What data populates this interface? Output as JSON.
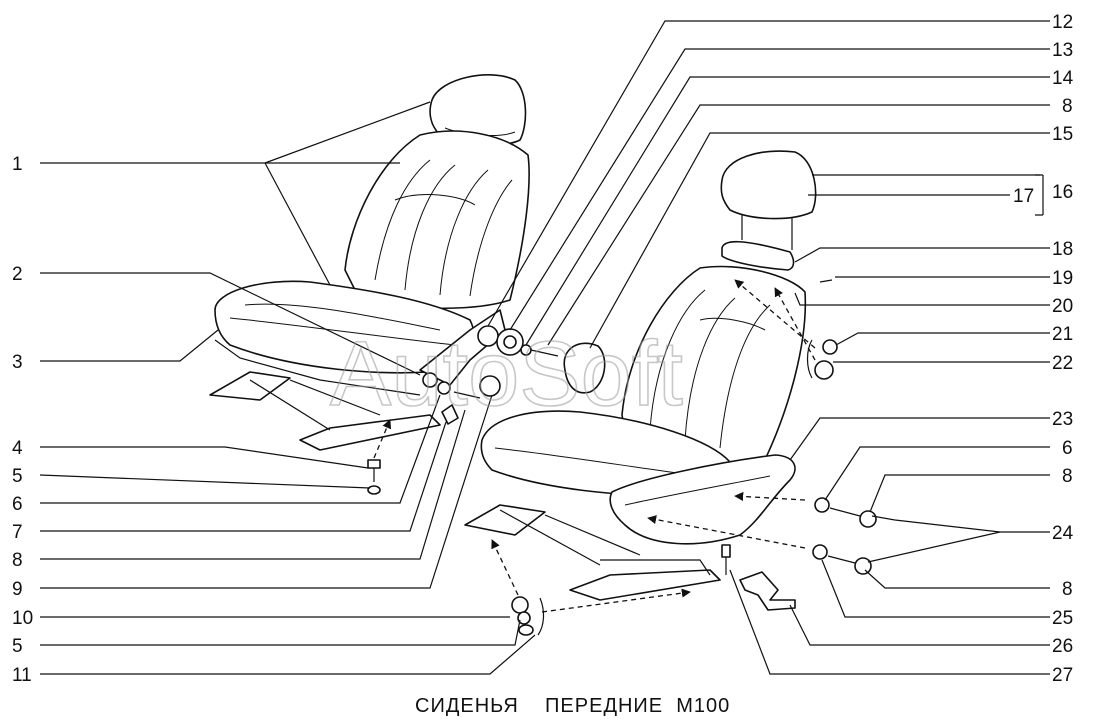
{
  "title": "СИДЕНЬЯ    ПЕРЕДНИЕ  М100",
  "watermark": "AutoSoft",
  "labels_left": [
    "1",
    "2",
    "3",
    "4",
    "5",
    "6",
    "7",
    "8",
    "9",
    "10",
    "5",
    "11"
  ],
  "labels_right": [
    "12",
    "13",
    "14",
    "8",
    "15",
    "16",
    "17",
    "18",
    "19",
    "20",
    "21",
    "22",
    "23",
    "6",
    "8",
    "24",
    "8",
    "25",
    "26",
    "27"
  ]
}
